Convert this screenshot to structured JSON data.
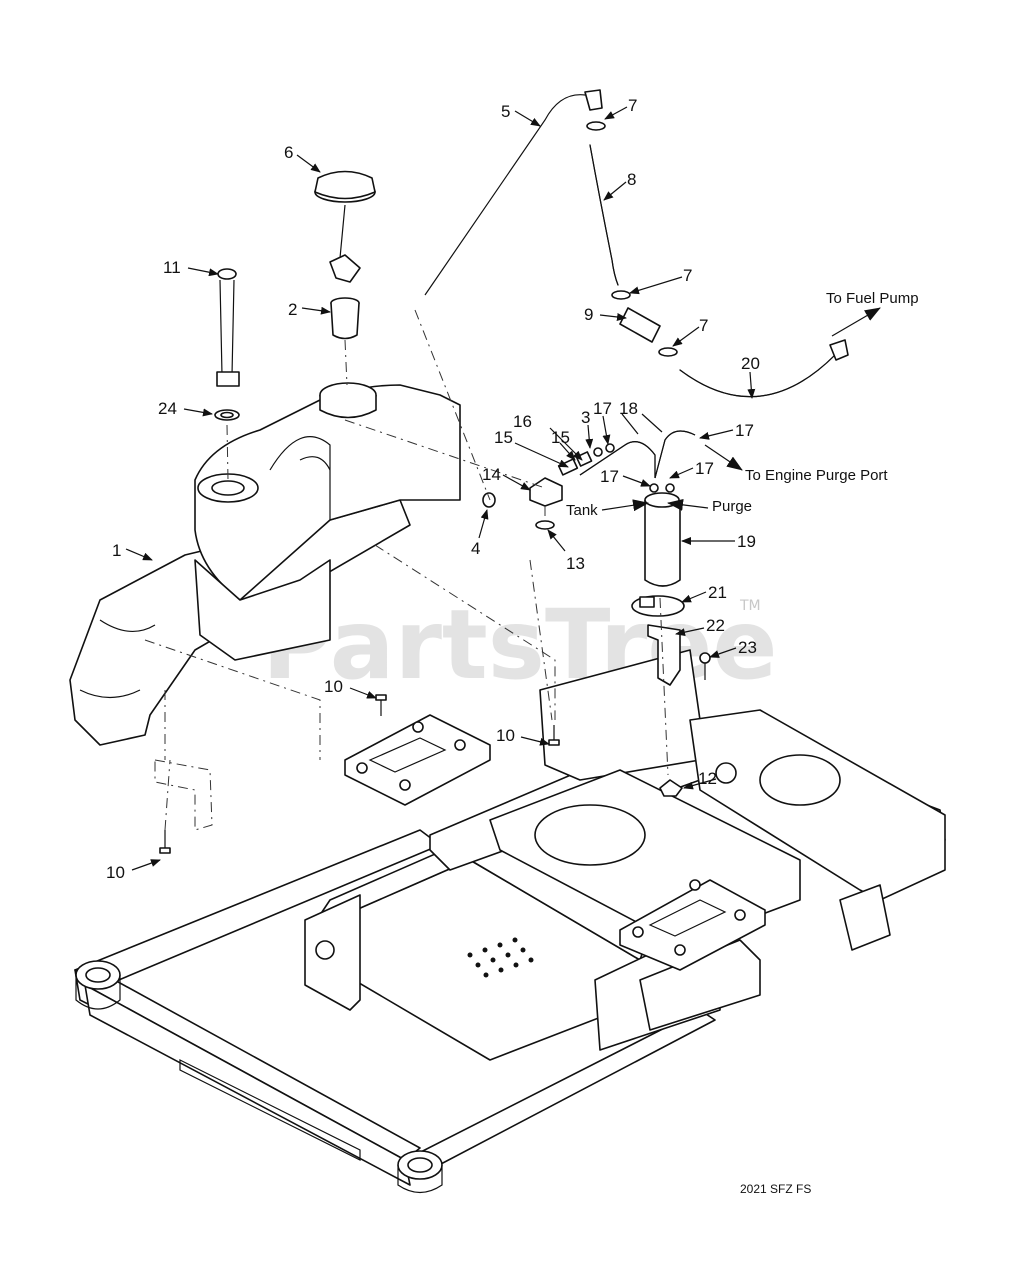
{
  "callouts": [
    {
      "id": "c1",
      "label": "1"
    },
    {
      "id": "c2",
      "label": "2"
    },
    {
      "id": "c3",
      "label": "3"
    },
    {
      "id": "c4",
      "label": "4"
    },
    {
      "id": "c5",
      "label": "5"
    },
    {
      "id": "c6",
      "label": "6"
    },
    {
      "id": "c7a",
      "label": "7"
    },
    {
      "id": "c7b",
      "label": "7"
    },
    {
      "id": "c7c",
      "label": "7"
    },
    {
      "id": "c8",
      "label": "8"
    },
    {
      "id": "c9",
      "label": "9"
    },
    {
      "id": "c10a",
      "label": "10"
    },
    {
      "id": "c10b",
      "label": "10"
    },
    {
      "id": "c10c",
      "label": "10"
    },
    {
      "id": "c11",
      "label": "11"
    },
    {
      "id": "c12",
      "label": "12"
    },
    {
      "id": "c13",
      "label": "13"
    },
    {
      "id": "c14",
      "label": "14"
    },
    {
      "id": "c15a",
      "label": "15"
    },
    {
      "id": "c15b",
      "label": "15"
    },
    {
      "id": "c16",
      "label": "16"
    },
    {
      "id": "c17a",
      "label": "17"
    },
    {
      "id": "c17b",
      "label": "17"
    },
    {
      "id": "c17c",
      "label": "17"
    },
    {
      "id": "c17d",
      "label": "17"
    },
    {
      "id": "c18",
      "label": "18"
    },
    {
      "id": "c19",
      "label": "19"
    },
    {
      "id": "c20",
      "label": "20"
    },
    {
      "id": "c21",
      "label": "21"
    },
    {
      "id": "c22",
      "label": "22"
    },
    {
      "id": "c23",
      "label": "23"
    },
    {
      "id": "c24",
      "label": "24"
    }
  ],
  "notes": {
    "to_fuel_pump": "To Fuel Pump",
    "to_engine_purge_port": "To Engine Purge Port",
    "tank": "Tank",
    "purge": "Purge"
  },
  "watermark": {
    "text": "PartsTree",
    "trademark": "TM"
  },
  "diagram_code": "2021 SFZ FS"
}
